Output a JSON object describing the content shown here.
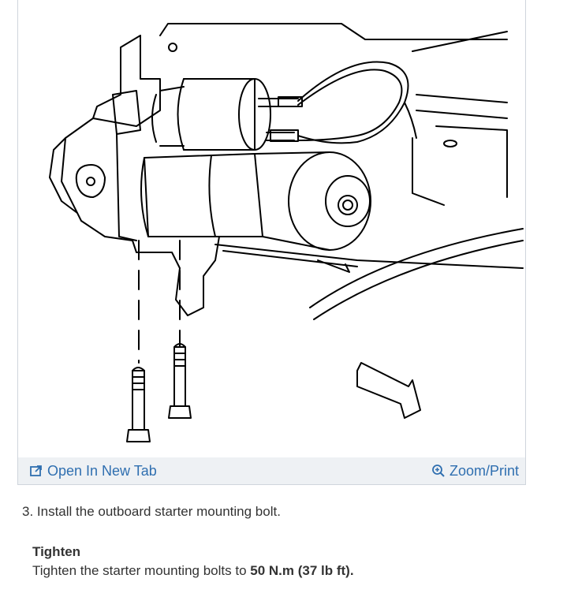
{
  "figure": {
    "toolbar": {
      "open_label": "Open In New Tab",
      "zoom_label": "Zoom/Print"
    }
  },
  "instructions": {
    "step_text": "3. Install the outboard starter mounting bolt.",
    "tighten_title": "Tighten",
    "tighten_prefix": "Tighten the starter mounting bolts to ",
    "tighten_torque": "50 N.m (37 lb ft)."
  },
  "icons": {
    "open": "external-link-icon",
    "zoom": "zoom-in-icon"
  },
  "colors": {
    "link": "#2f6fb0",
    "toolbar_bg": "#eef1f4",
    "text": "#333333"
  }
}
